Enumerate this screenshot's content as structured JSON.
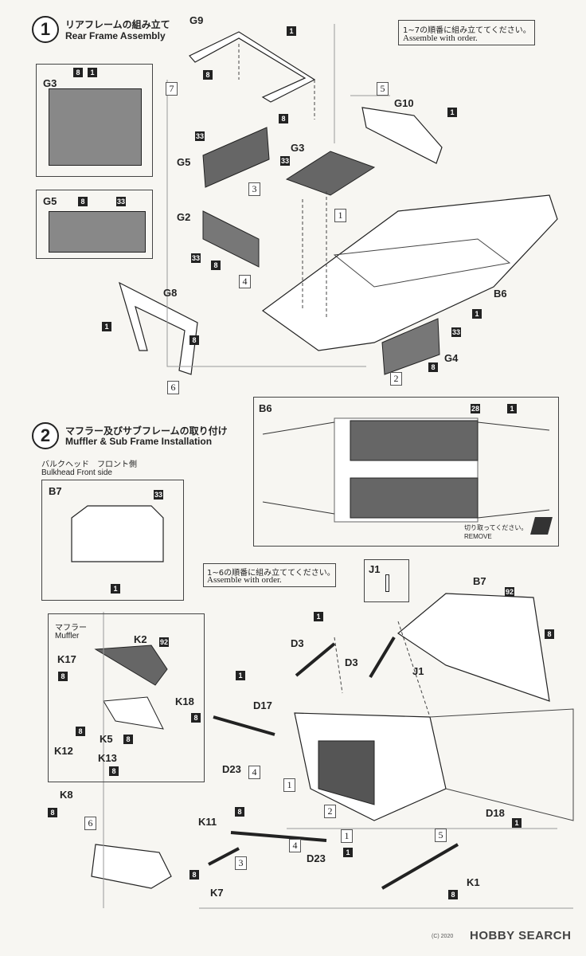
{
  "step1": {
    "number": "1",
    "title_jp": "リアフレームの組み立て",
    "title_en": "Rear Frame Assembly",
    "note_jp": "1~7の順番に組み立ててください。",
    "note_en": "Assemble with order."
  },
  "step2": {
    "number": "2",
    "title_jp": "マフラー及びサブフレームの取り付け",
    "title_en": "Muffler & Sub Frame Installation",
    "bulkhead_jp": "バルクヘッド　フロント側",
    "bulkhead_en": "Bulkhead Front side",
    "note_jp": "1~6の順番に組み立ててください。",
    "note_en": "Assemble with order.",
    "muffler_jp": "マフラー",
    "muffler_en": "Muffler"
  },
  "remove": {
    "jp": "切り取ってください。",
    "en": "REMOVE"
  },
  "part_labels": {
    "g3_box": "G3",
    "g5_box": "G5",
    "g9": "G9",
    "g10": "G10",
    "g5": "G5",
    "g3": "G3",
    "g2": "G2",
    "g8": "G8",
    "b6": "B6",
    "g4": "G4",
    "b6_box": "B6",
    "b7_box": "B7",
    "j1_box": "J1",
    "b7": "B7",
    "d3a": "D3",
    "d3b": "D3",
    "j1": "J1",
    "k2": "K2",
    "k17": "K17",
    "k18": "K18",
    "k12": "K12",
    "k5": "K5",
    "k13": "K13",
    "d17": "D17",
    "d23a": "D23",
    "k8": "K8",
    "k11": "K11",
    "d18": "D18",
    "d23b": "D23",
    "k7": "K7",
    "k1": "K1"
  },
  "color_numbers": {
    "c1": "1",
    "c8": "8",
    "c33": "33",
    "c28": "28",
    "c92": "92"
  },
  "order_steps": [
    "1",
    "2",
    "3",
    "4",
    "5",
    "6",
    "7"
  ],
  "watermark": {
    "text": "HOBBY SEARCH",
    "copyright": "(C) 2020"
  }
}
